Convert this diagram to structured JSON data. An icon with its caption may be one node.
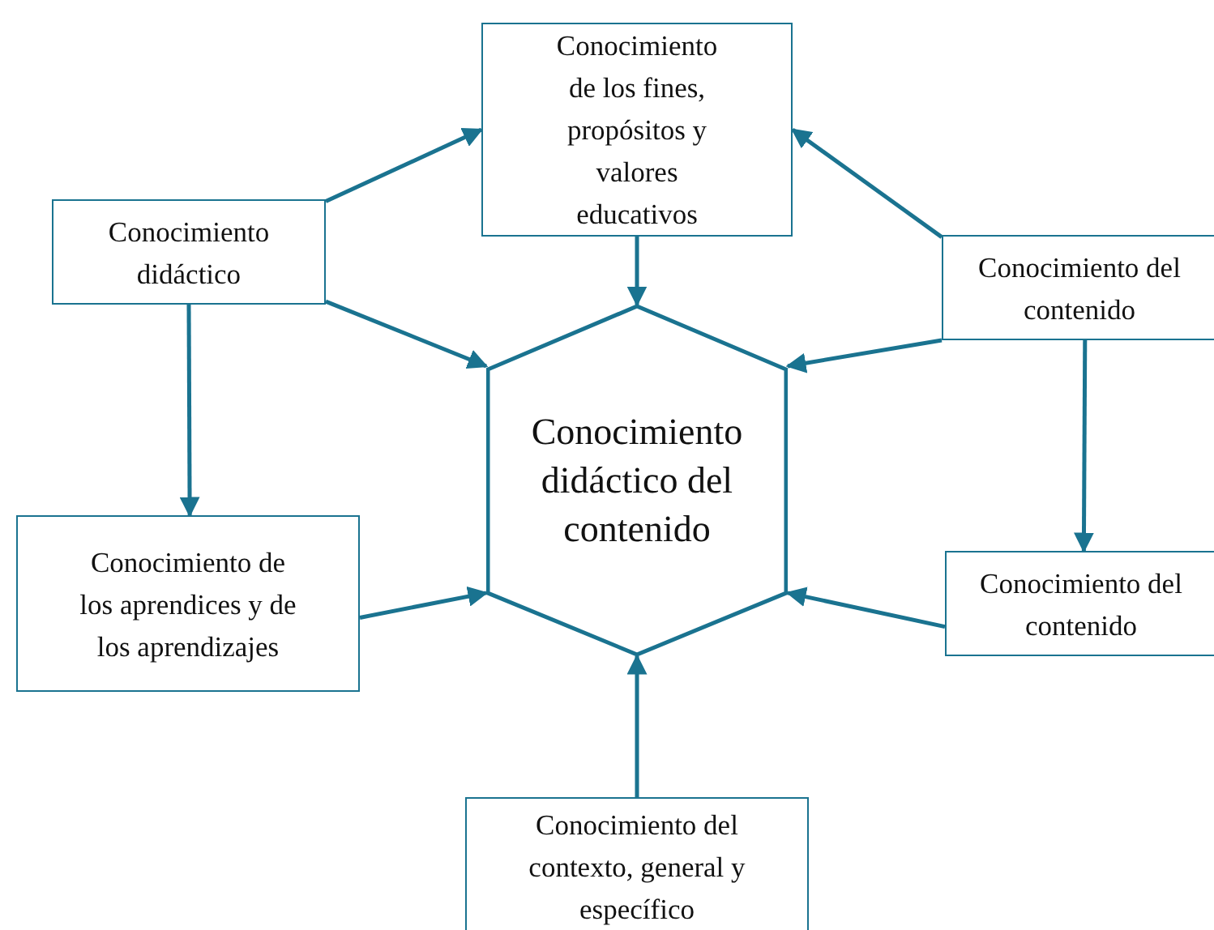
{
  "diagram": {
    "nodes": [
      {
        "text": [
          "Conocimiento de los fines, propósitos y valores educativos"
        ]
      },
      {
        "text": [
          "Conocimiento didáctico"
        ]
      },
      {
        "text": [
          "Conocimiento del contenido"
        ]
      },
      {
        "text": [
          "Conocimiento didáctico del contenido"
        ]
      },
      {
        "text": [
          "Conocimiento de los aprendices y de los aprendizajes"
        ]
      },
      {
        "text": [
          "Conocimiento del contenido"
        ]
      },
      {
        "text": [
          "Conocimiento del contexto, general y específico"
        ]
      }
    ],
    "edges": [
      {
        "from": 1,
        "to": 0,
        "arrow": "to"
      },
      {
        "from": 1,
        "to": 3,
        "arrow": "to"
      },
      {
        "from": 0,
        "to": 3,
        "arrow": "to"
      },
      {
        "from": 2,
        "to": 0,
        "arrow": "to"
      },
      {
        "from": 2,
        "to": 3,
        "arrow": "to"
      },
      {
        "from": 2,
        "to": 5,
        "arrow": "to"
      },
      {
        "from": 1,
        "to": 4,
        "arrow": "to"
      },
      {
        "from": 4,
        "to": 3,
        "arrow": "to"
      },
      {
        "from": 5,
        "to": 3,
        "arrow": "to"
      },
      {
        "from": 6,
        "to": 3,
        "arrow": "to"
      }
    ]
  }
}
